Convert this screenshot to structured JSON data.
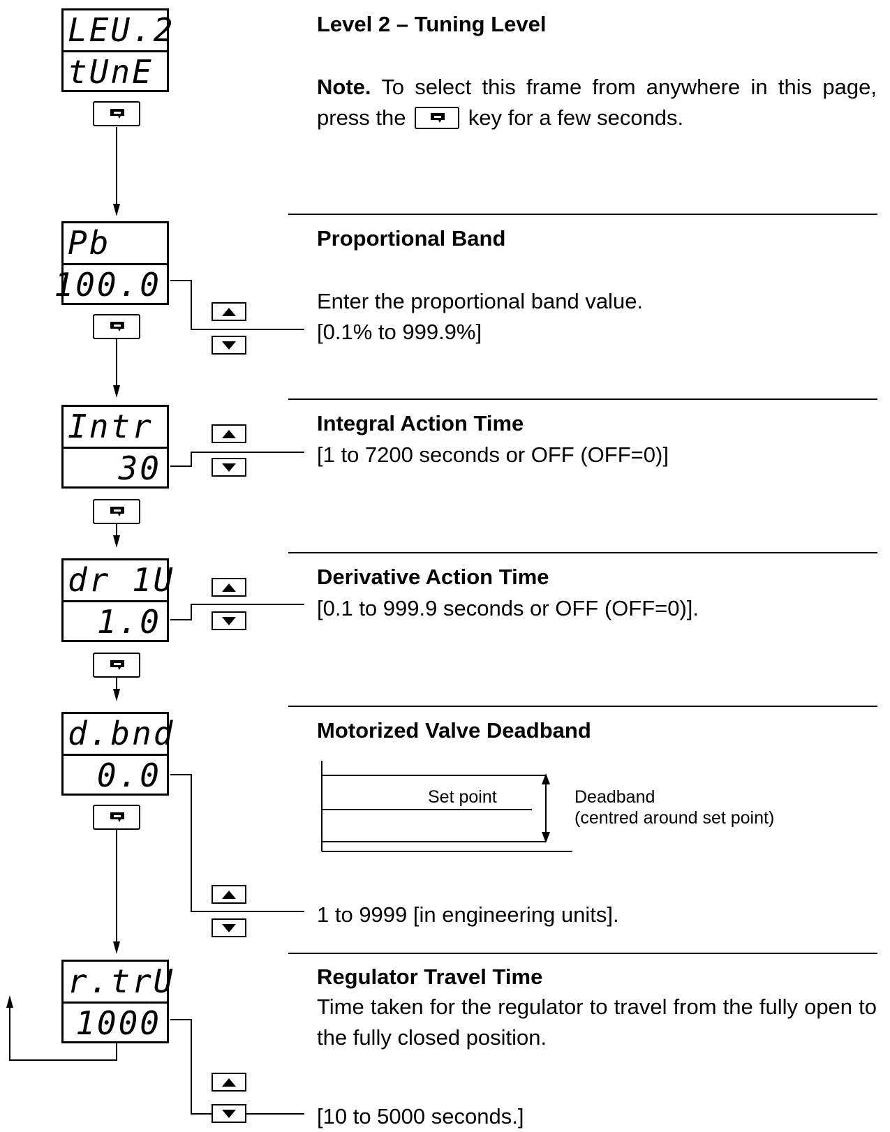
{
  "frames": [
    {
      "top": "LEU.2",
      "bottom": "tUnE"
    },
    {
      "top": "Pb",
      "bottom": "100.0"
    },
    {
      "top": "Intr",
      "bottom": "30"
    },
    {
      "top": "dr 1U",
      "bottom": "1.0"
    },
    {
      "top": "d.bnd",
      "bottom": "0.0"
    },
    {
      "top": "r.trU",
      "bottom": "1000"
    }
  ],
  "sections": {
    "level2": {
      "heading": "Level 2 – Tuning Level",
      "note_label": "Note.",
      "note_pre": " To select this frame from anywhere in this page, press the ",
      "note_post": " key for a few seconds."
    },
    "prop_band": {
      "heading": "Proportional Band",
      "line1": "Enter the proportional band value.",
      "line2": "[0.1% to 999.9%]"
    },
    "integral": {
      "heading": "Integral Action Time",
      "line1": "[1 to 7200 seconds or OFF (OFF=0)]"
    },
    "derivative": {
      "heading": "Derivative Action Time",
      "line1": "[0.1 to 999.9 seconds or OFF (OFF=0)]."
    },
    "deadband": {
      "heading": "Motorized Valve Deadband",
      "setpoint_label": "Set point",
      "deadband_label": "Deadband",
      "deadband_note": "(centred around set point)",
      "range": "1 to 9999 [in engineering units]."
    },
    "travel": {
      "heading": "Regulator Travel Time",
      "line1": "Time taken for the regulator to travel from the fully open to the fully closed position.",
      "range": "[10 to 5000 seconds.]"
    }
  },
  "icons": {
    "mode_key": "scroll-return-key-icon",
    "raise_key": "up-arrow-icon",
    "lower_key": "down-arrow-icon"
  }
}
